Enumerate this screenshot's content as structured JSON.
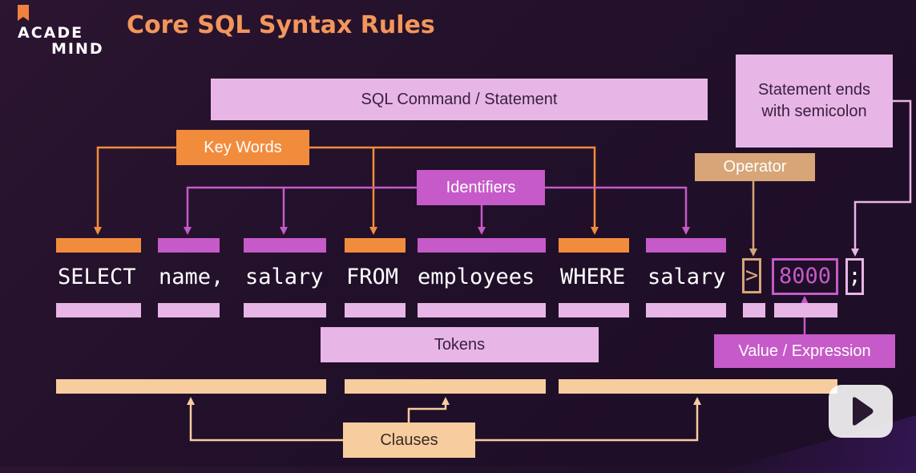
{
  "logo": {
    "line1": "ACADE",
    "line2": "MIND"
  },
  "title": "Core SQL Syntax Rules",
  "labels": {
    "statement": "SQL Command / Statement",
    "semicolon_note": "Statement ends with semicolon",
    "keywords": "Key Words",
    "identifiers": "Identifiers",
    "operator": "Operator",
    "tokens": "Tokens",
    "value": "Value / Expression",
    "clauses": "Clauses"
  },
  "sql": {
    "select": "SELECT",
    "name": "name,",
    "salary1": "salary",
    "from": "FROM",
    "employees": "employees",
    "where": "WHERE",
    "salary2": "salary",
    "op": ">",
    "value": "8000",
    "semicolon": ";"
  },
  "colors": {
    "keyword": "#f28c3d",
    "identifier": "#c65ac8",
    "token": "#e7b6e6",
    "clause": "#f7cc9f",
    "operator": "#d7a577"
  }
}
